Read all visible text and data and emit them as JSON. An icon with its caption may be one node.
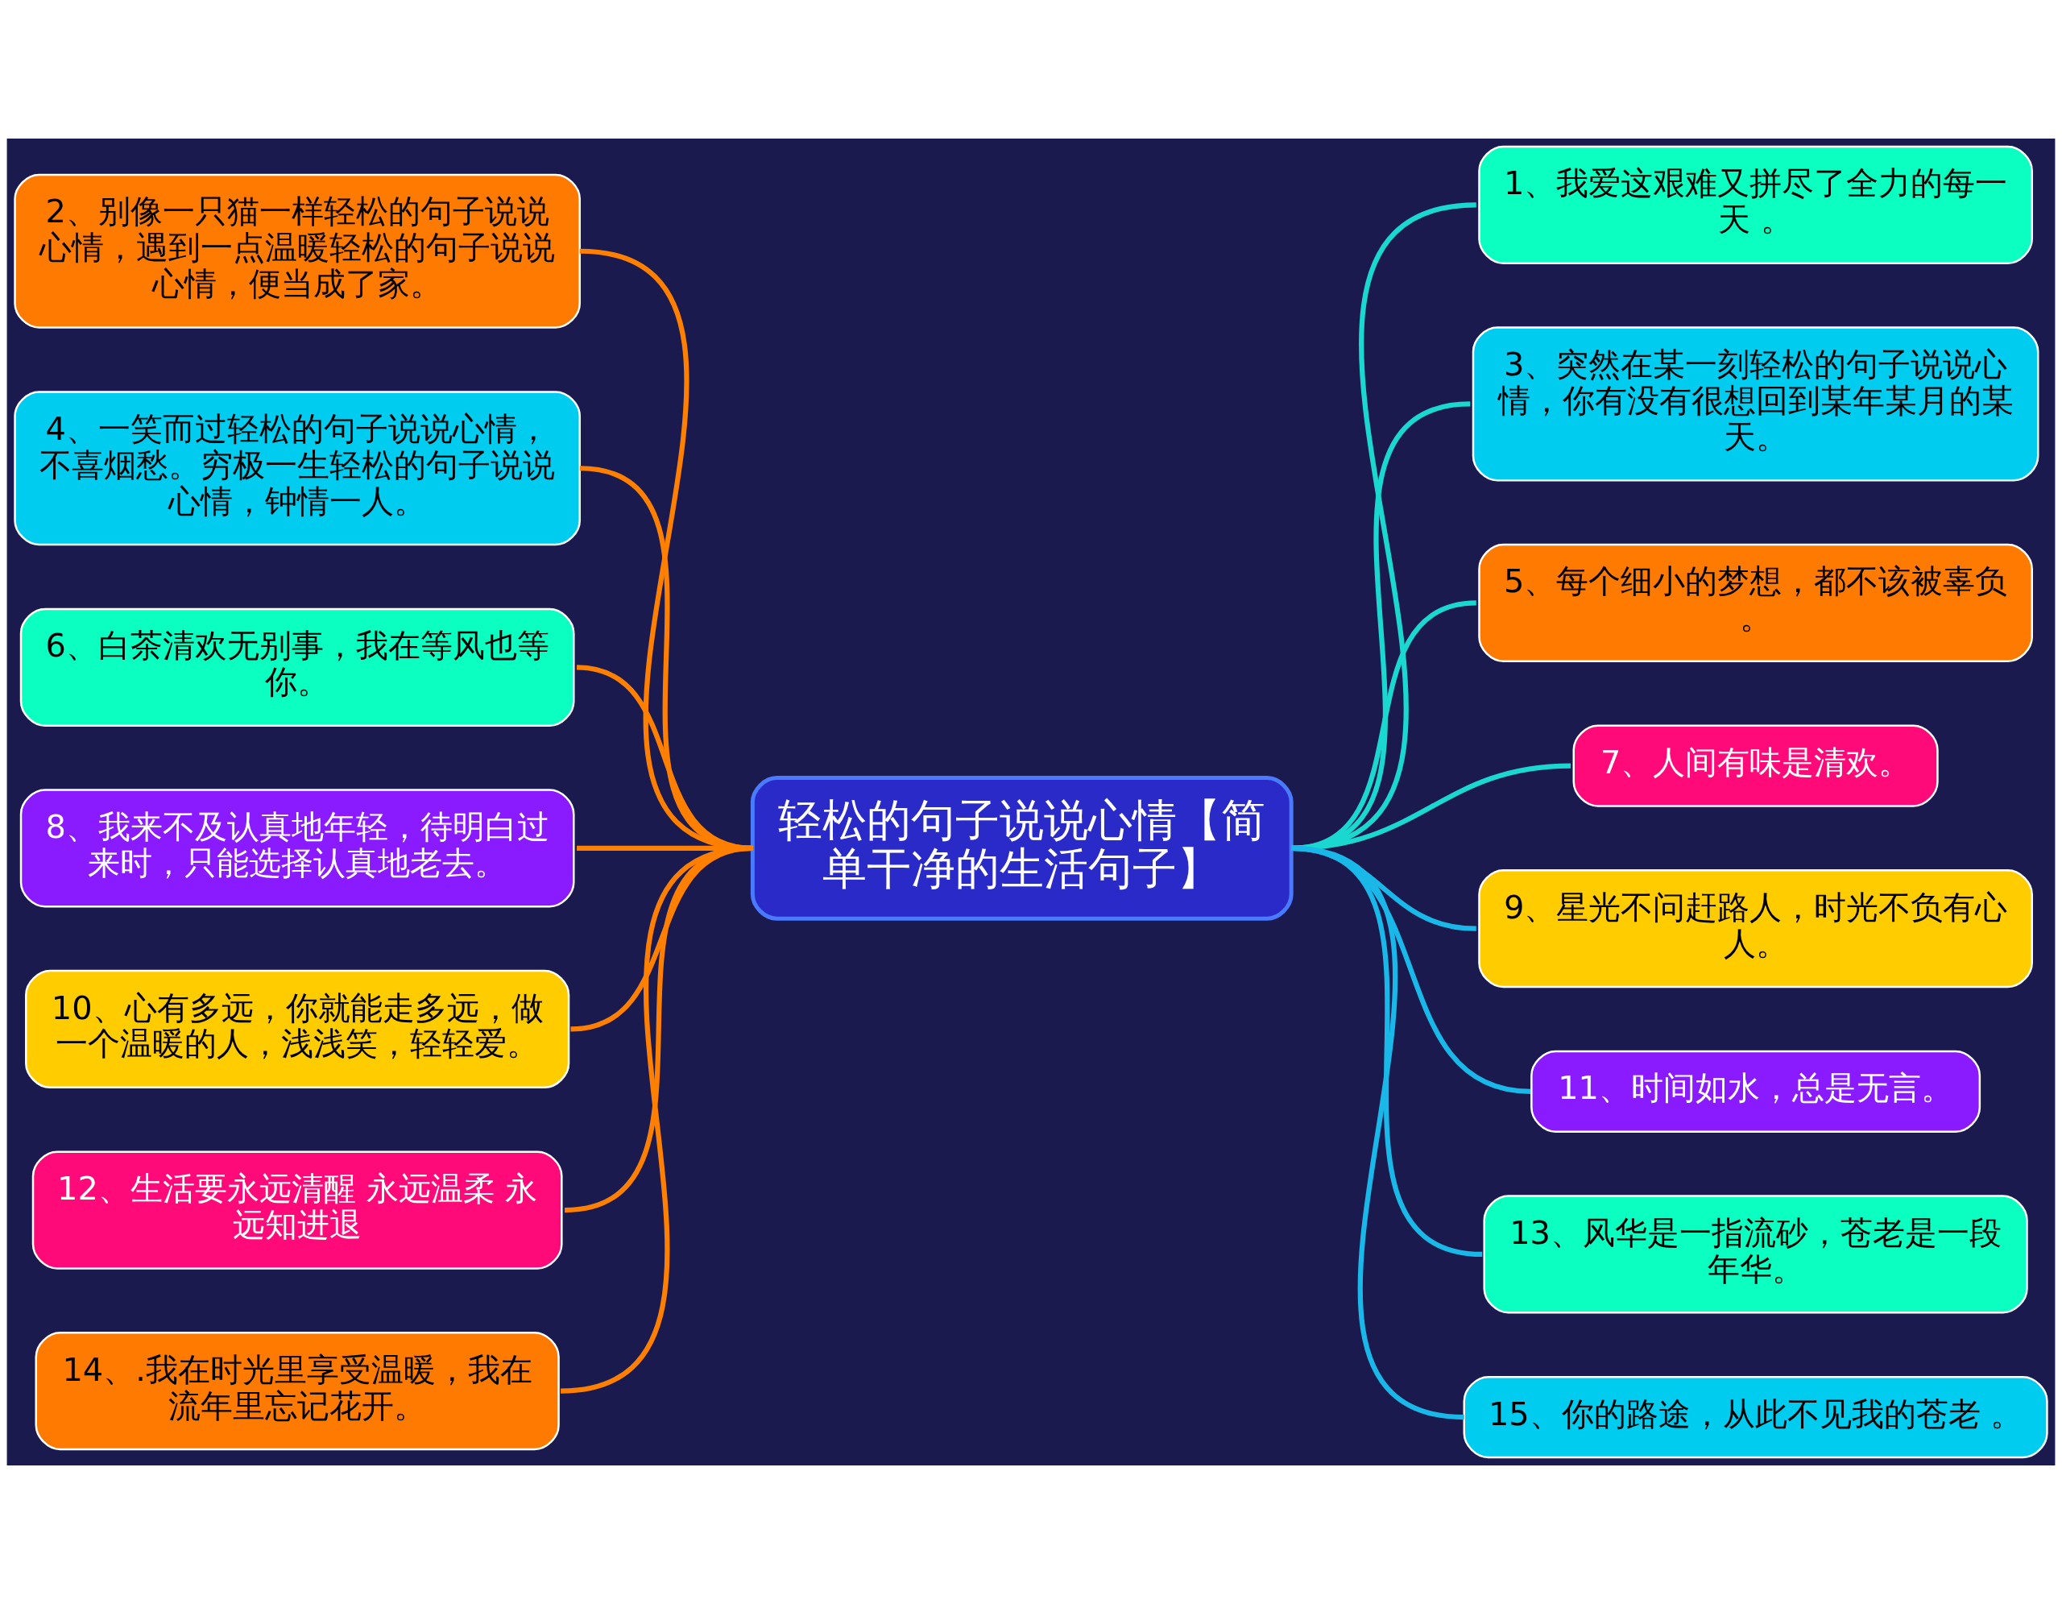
{
  "diagram": {
    "nodes": [
      {
        "text": [
          "轻松的句子说说心情【简单干净的生活句子】"
        ]
      },
      {
        "text": [
          "2、别像一只猫一样轻松的句子说说心情，遇到一点温暖轻松的句子说说心情，便当成了家。"
        ]
      },
      {
        "text": [
          "4、一笑而过轻松的句子说说心情，不喜烟愁。穷极一生轻松的句子说说心情，钟情一人。"
        ]
      },
      {
        "text": [
          "6、白茶清欢无别事，我在等风也等你。"
        ]
      },
      {
        "text": [
          "8、我来不及认真地年轻，待明白过来时，只能选择认真地老去。"
        ]
      },
      {
        "text": [
          "10、心有多远，你就能走多远，做一个温暖的人，浅浅笑，轻轻爱。"
        ]
      },
      {
        "text": [
          "12、生活要永远清醒 永远温柔 永远知进退"
        ]
      },
      {
        "text": [
          "14、.我在时光里享受温暖，我在流年里忘记花开。"
        ]
      },
      {
        "text": [
          "1、我爱这艰难又拼尽了全力的每一天 。"
        ]
      },
      {
        "text": [
          "3、突然在某一刻轻松的句子说说心情，你有没有很想回到某年某月的某天。"
        ]
      },
      {
        "text": [
          "5、每个细小的梦想，都不该被辜负。"
        ]
      },
      {
        "text": [
          "7、人间有味是清欢。"
        ]
      },
      {
        "text": [
          "9、星光不问赶路人，时光不负有心人。"
        ]
      },
      {
        "text": [
          "11、时间如水，总是无言。"
        ]
      },
      {
        "text": [
          "13、风华是一指流砂，苍老是一段年华。"
        ]
      },
      {
        "text": [
          "15、你的路途，从此不见我的苍老 。"
        ]
      }
    ],
    "edges": [
      {
        "from": 0,
        "to": 1,
        "arrow": "none",
        "color": "#ff8000"
      },
      {
        "from": 0,
        "to": 2,
        "arrow": "none",
        "color": "#ff8000"
      },
      {
        "from": 0,
        "to": 3,
        "arrow": "none",
        "color": "#ff8000"
      },
      {
        "from": 0,
        "to": 4,
        "arrow": "none",
        "color": "#ff8000"
      },
      {
        "from": 0,
        "to": 5,
        "arrow": "none",
        "color": "#ff8000"
      },
      {
        "from": 0,
        "to": 6,
        "arrow": "none",
        "color": "#ff8000"
      },
      {
        "from": 0,
        "to": 7,
        "arrow": "none",
        "color": "#ff8000"
      },
      {
        "from": 0,
        "to": 8,
        "arrow": "none",
        "color": "#1ad8d0"
      },
      {
        "from": 0,
        "to": 9,
        "arrow": "none",
        "color": "#1ad8d0"
      },
      {
        "from": 0,
        "to": 10,
        "arrow": "none",
        "color": "#1ad8d0"
      },
      {
        "from": 0,
        "to": 11,
        "arrow": "none",
        "color": "#1ad8d0"
      },
      {
        "from": 0,
        "to": 12,
        "arrow": "none",
        "color": "#1ab8e8"
      },
      {
        "from": 0,
        "to": 13,
        "arrow": "none",
        "color": "#1ab8e8"
      },
      {
        "from": 0,
        "to": 14,
        "arrow": "none",
        "color": "#1ab8e8"
      },
      {
        "from": 0,
        "to": 15,
        "arrow": "none",
        "color": "#1ab8e8"
      }
    ]
  }
}
